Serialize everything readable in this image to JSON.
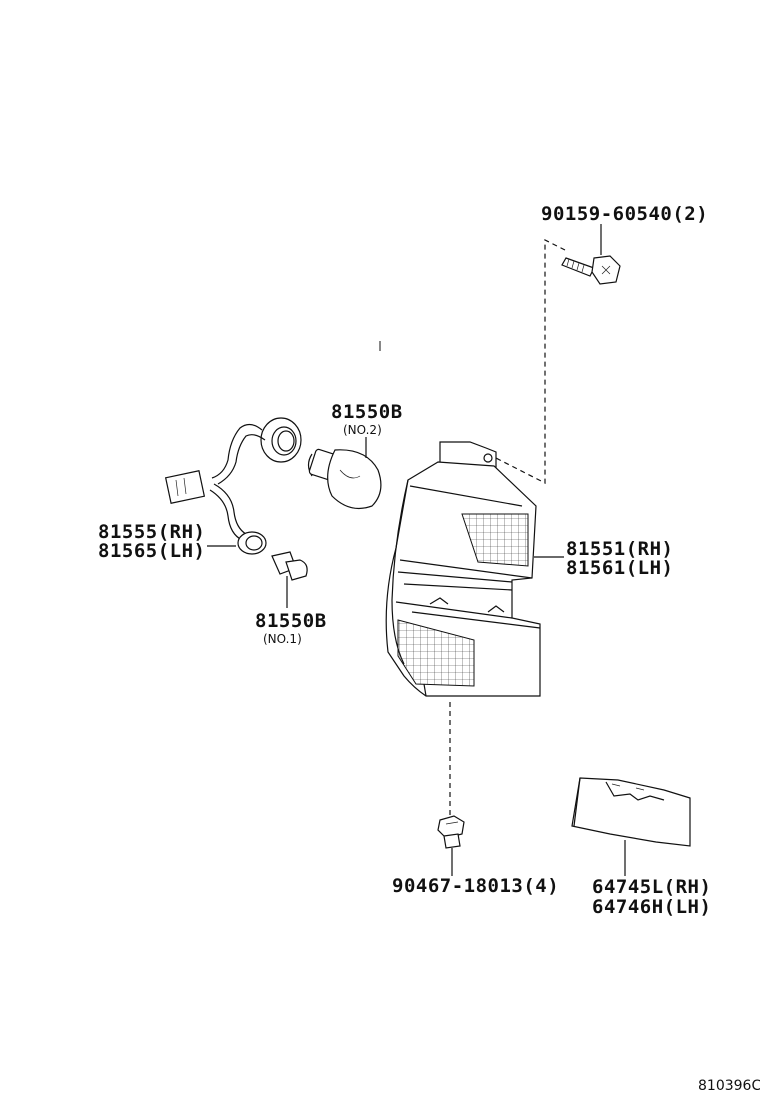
{
  "parts": {
    "screw": {
      "label": "90159-60540(2)"
    },
    "bulb_no2": {
      "part": "81550B",
      "sub": "(NO.2)"
    },
    "socket": {
      "label_rh": "81555(RH)",
      "label_lh": "81565(LH)"
    },
    "bulb_no1": {
      "part": "81550B",
      "sub": "(NO.1)"
    },
    "lamp": {
      "label_rh": "81551(RH)",
      "label_lh": "81561(LH)"
    },
    "nut": {
      "label": "90467-18013(4)"
    },
    "gasket": {
      "label_rh": "64745L(RH)",
      "label_lh": "64746H(LH)"
    }
  },
  "figure_ref": "810396C"
}
